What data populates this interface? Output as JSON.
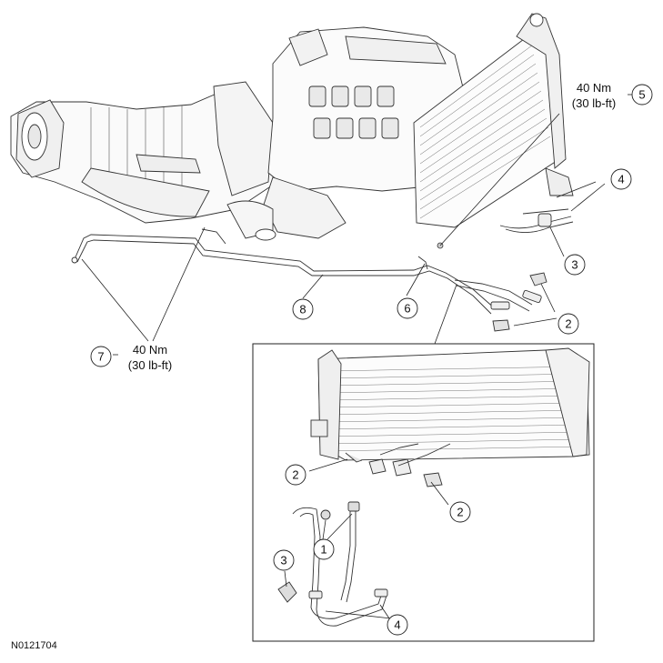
{
  "figure_id": "N0121704",
  "torque_specs": {
    "upper": {
      "value": "40 Nm",
      "imperial": "(30 lb-ft)"
    },
    "lower": {
      "value": "40 Nm",
      "imperial": "(30 lb-ft)"
    }
  },
  "callouts": {
    "c1": "1",
    "c2a": "2",
    "c2b": "2",
    "c2c": "2",
    "c3a": "3",
    "c3b": "3",
    "c4a": "4",
    "c4b": "4",
    "c5": "5",
    "c6": "6",
    "c7": "7",
    "c8": "8"
  }
}
